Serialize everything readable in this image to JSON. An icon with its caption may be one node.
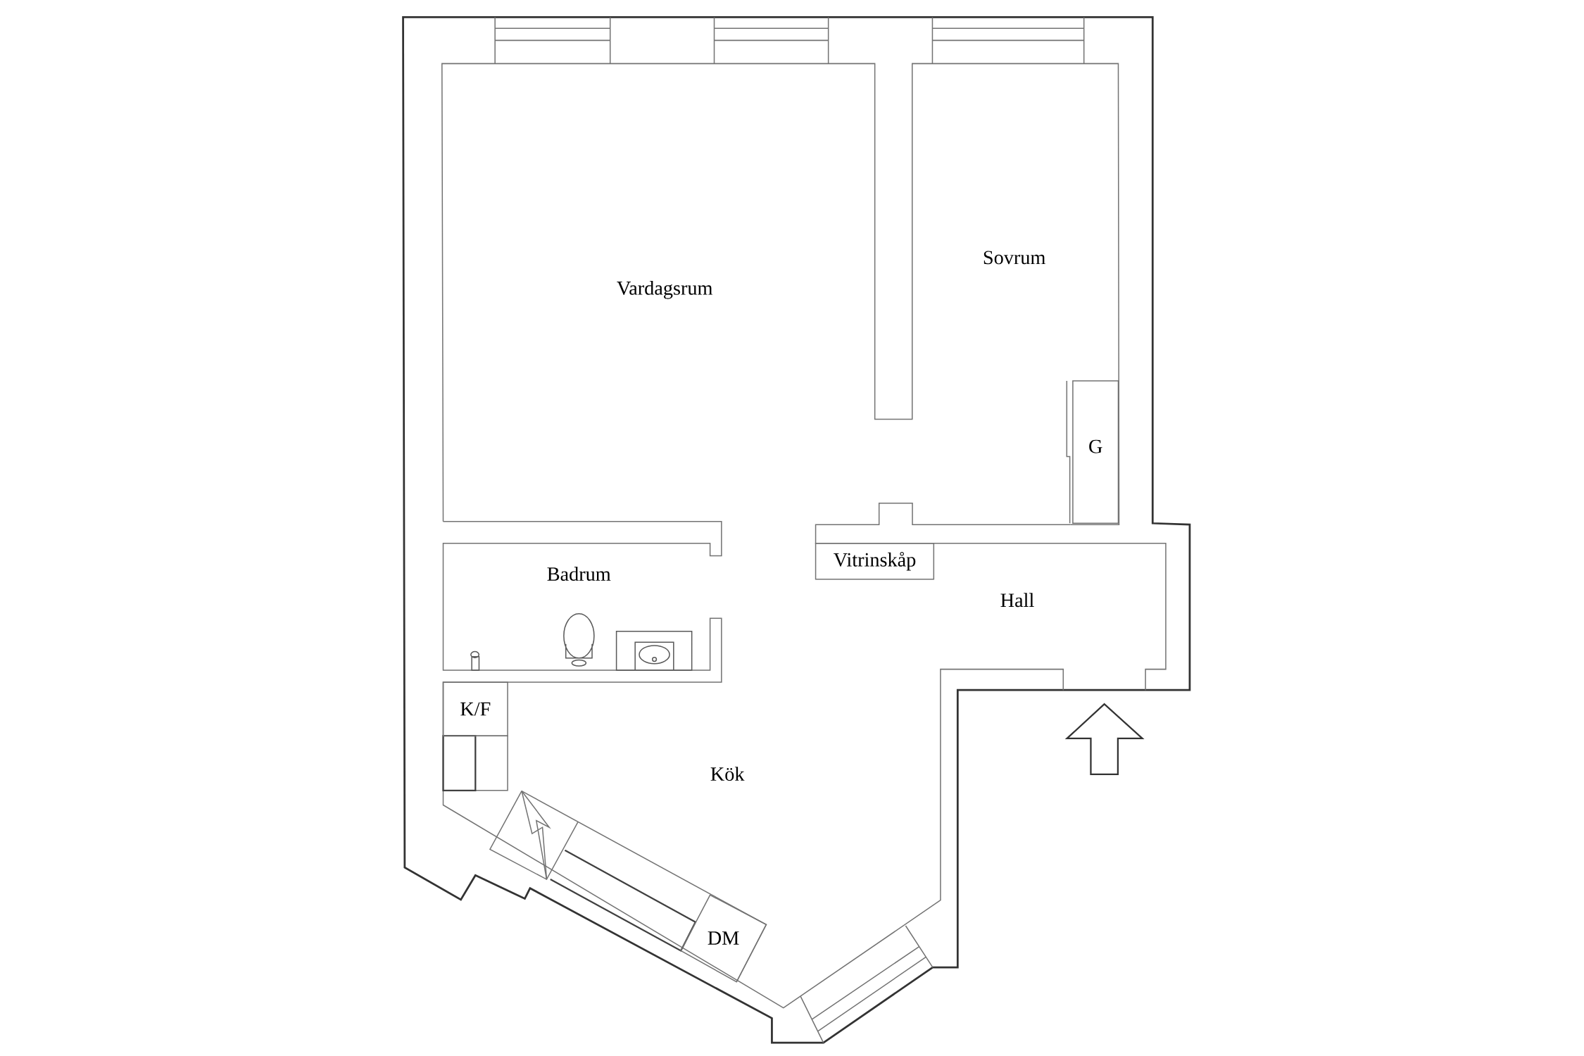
{
  "diagram": {
    "nodes": [
      {
        "text": [
          "G"
        ]
      },
      {
        "text": [
          "Vitrinskåp"
        ]
      },
      {
        "text": [
          "K/F"
        ]
      },
      {
        "text": [
          "DM"
        ]
      }
    ],
    "labels": [
      "Sovrum",
      "Vardagsrum",
      "Badrum",
      "Hall",
      "Kök"
    ]
  }
}
